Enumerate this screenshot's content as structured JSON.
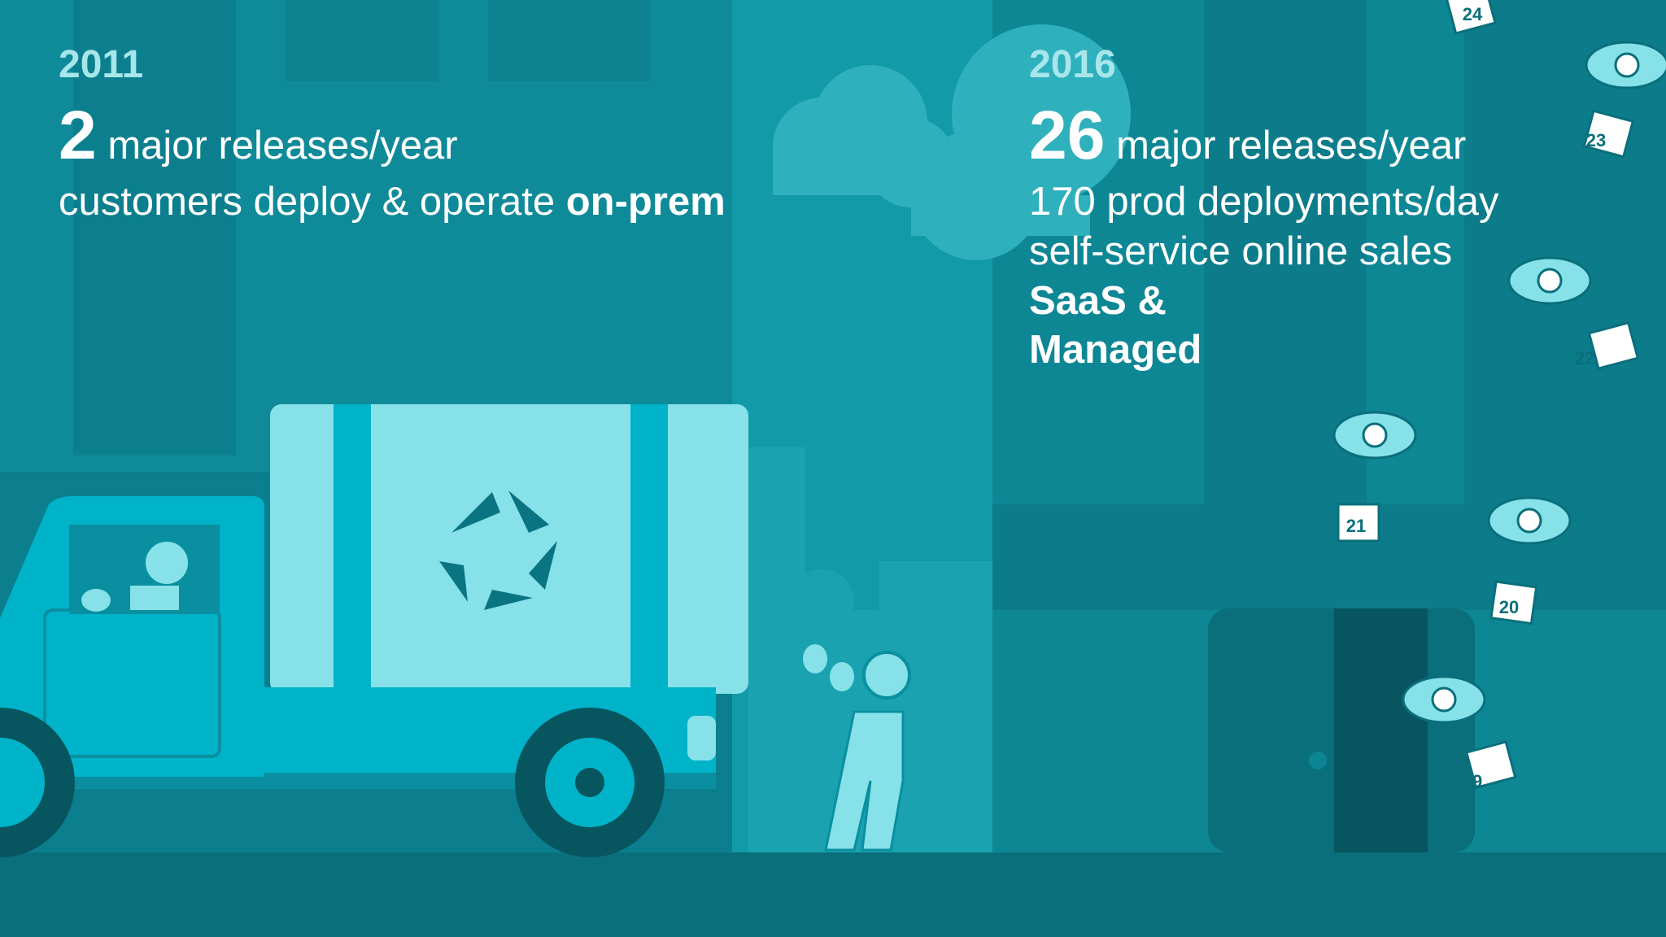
{
  "left": {
    "year": "2011",
    "releases_number": "2",
    "releases_text": "major releases/year",
    "deploy_text": "customers deploy & operate",
    "deploy_emphasis": "on-prem"
  },
  "right": {
    "year": "2016",
    "releases_number": "26",
    "releases_text": "major releases/year",
    "deployments_text": "170 prod deployments/day",
    "sales_text": "self-service online sales",
    "model_line1": "SaaS &",
    "model_line2": "Managed"
  },
  "drones": [
    {
      "label": "19"
    },
    {
      "label": "20"
    },
    {
      "label": "21"
    },
    {
      "label": "22"
    },
    {
      "label": "23"
    },
    {
      "label": "24"
    }
  ],
  "colors": {
    "background": "#0f8a99",
    "building": "#0b7a88",
    "truck_body": "#00b3c9",
    "truck_box": "#86e2e8",
    "ground": "#0a6f7b",
    "text": "#ffffff",
    "year_text": "#a7e6ea"
  }
}
